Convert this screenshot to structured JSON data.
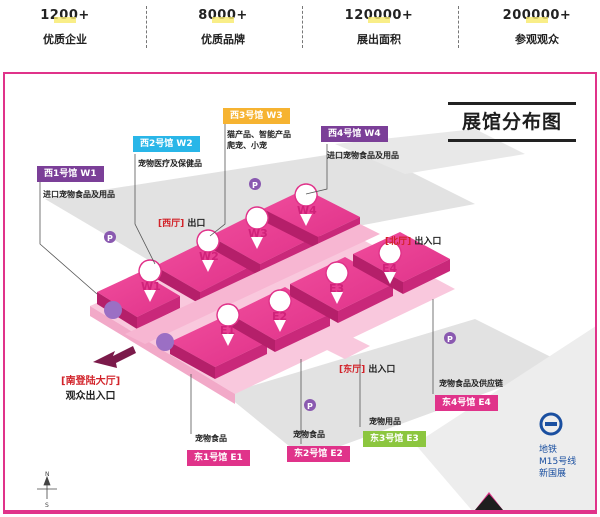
{
  "stats": [
    {
      "value": "1200+",
      "label": "优质企业"
    },
    {
      "value": "8000+",
      "label": "优质品牌"
    },
    {
      "value": "120000+",
      "label": "展出面积"
    },
    {
      "value": "200000+",
      "label": "参观观众"
    }
  ],
  "map": {
    "title": "展馆分布图",
    "halls": {
      "w1": {
        "tag": "西1号馆   W1",
        "desc": "进口宠物食品及用品",
        "code": "W1",
        "color": "#7b3f98"
      },
      "w2": {
        "tag": "西2号馆   W2",
        "desc": "宠物医疗及保健品",
        "code": "W2",
        "color": "#29b6e8"
      },
      "w3": {
        "tag": "西3号馆   W3",
        "desc": "猫产品、智能产品\n爬宠、小宠",
        "code": "W3",
        "color": "#f6b331"
      },
      "w4": {
        "tag": "西4号馆   W4",
        "desc": "进口宠物食品及用品",
        "code": "W4",
        "color": "#7b3f98"
      },
      "e1": {
        "tag": "东1号馆   E1",
        "desc": "宠物食品",
        "code": "E1",
        "color": "#e0338a"
      },
      "e2": {
        "tag": "东2号馆   E2",
        "desc": "宠物食品",
        "code": "E2",
        "color": "#e0338a"
      },
      "e3": {
        "tag": "东3号馆   E3",
        "desc": "宠物用品",
        "code": "E3",
        "color": "#8cc63f"
      },
      "e4": {
        "tag": "东4号馆   E4",
        "desc": "宠物食品及供应链",
        "code": "E4",
        "color": "#e0338a"
      }
    },
    "exits": {
      "west": {
        "bracket": "[西厅]",
        "text": " 出口"
      },
      "north": {
        "bracket": "[北厅]",
        "text": " 出入口"
      },
      "east": {
        "bracket": "[东厅]",
        "text": " 出入口"
      }
    },
    "entrance": {
      "bracket": "[南登陆大厅]",
      "text": "观众出入口"
    },
    "metro": {
      "line1": "地铁",
      "line2": "M15号线",
      "line3": "新国展"
    },
    "parking_label": "P",
    "compass": {
      "north": "N",
      "south": "S"
    },
    "colors": {
      "hall": "#e0338a",
      "hall_dark": "#b51f6a",
      "hall_top": "#f55aa8",
      "ground": "#e3e3e3",
      "accent": "#e0338a"
    }
  }
}
